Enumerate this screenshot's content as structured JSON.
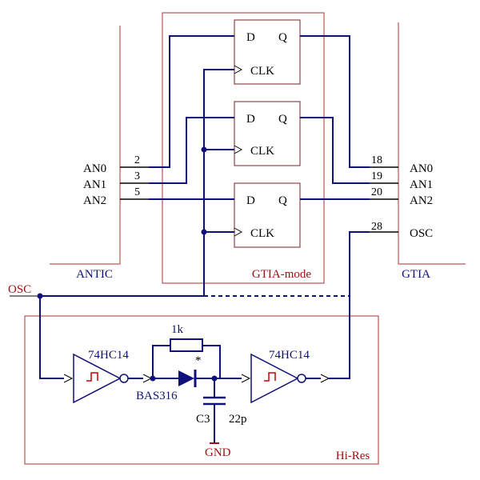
{
  "antic": {
    "name": "ANTIC",
    "pins": [
      {
        "num": "2",
        "signal": "AN0"
      },
      {
        "num": "3",
        "signal": "AN1"
      },
      {
        "num": "5",
        "signal": "AN2"
      }
    ]
  },
  "gtia": {
    "name": "GTIA",
    "pins": [
      {
        "num": "18",
        "signal": "AN0"
      },
      {
        "num": "19",
        "signal": "AN1"
      },
      {
        "num": "20",
        "signal": "AN2"
      },
      {
        "num": "28",
        "signal": "OSC"
      }
    ]
  },
  "gtia_mode": {
    "label": "GTIA-mode",
    "flipflops": [
      {
        "d": "D",
        "q": "Q",
        "clk": "CLK"
      },
      {
        "d": "D",
        "q": "Q",
        "clk": "CLK"
      },
      {
        "d": "D",
        "q": "Q",
        "clk": "CLK"
      }
    ]
  },
  "osc_label": "OSC",
  "hires": {
    "label": "Hi-Res",
    "buffer1": "74HC14",
    "buffer2": "74HC14",
    "resistor": "1k",
    "diode": "BAS316",
    "diode_mark": "*",
    "capacitor_ref": "C3",
    "capacitor_value": "22p",
    "ground": "GND"
  },
  "colors": {
    "wire": "#10107a",
    "frame": "#a83232",
    "label_red": "#a01010"
  }
}
